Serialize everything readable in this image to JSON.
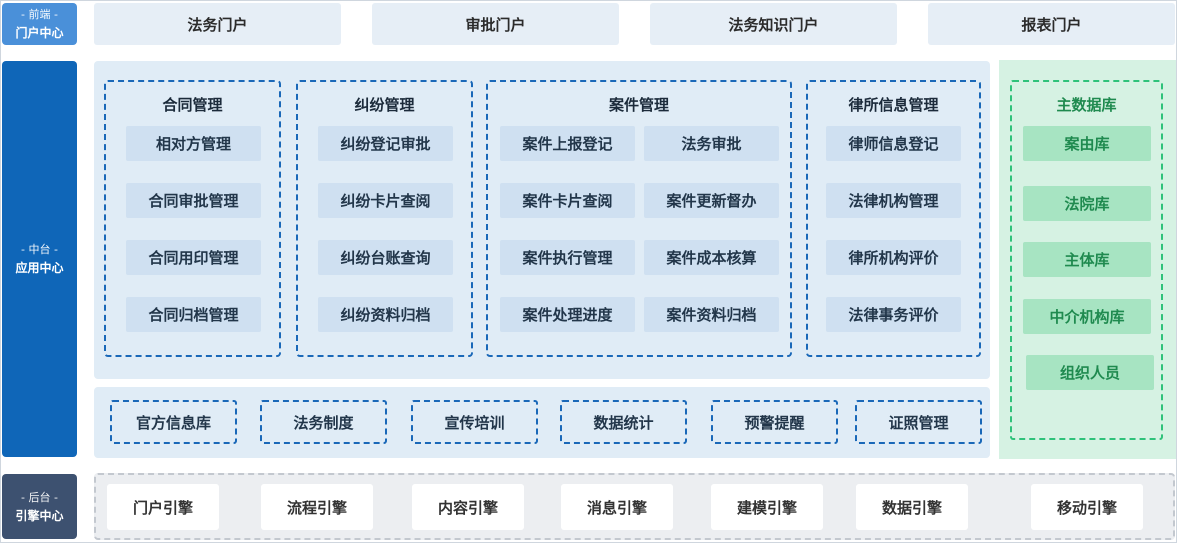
{
  "layers": {
    "front": {
      "sub": "- 前端 -",
      "name": "门户中心"
    },
    "middle": {
      "sub": "- 中台 -",
      "name": "应用中心"
    },
    "back": {
      "sub": "- 后台 -",
      "name": "引擎中心"
    }
  },
  "portals": [
    "法务门户",
    "审批门户",
    "法务知识门户",
    "报表门户"
  ],
  "modules": [
    {
      "title": "合同管理",
      "items": [
        "相对方管理",
        "合同审批管理",
        "合同用印管理",
        "合同归档管理"
      ]
    },
    {
      "title": "纠纷管理",
      "items": [
        "纠纷登记审批",
        "纠纷卡片查阅",
        "纠纷台账查询",
        "纠纷资料归档"
      ]
    },
    {
      "title": "案件管理",
      "items": [
        "案件上报登记",
        "法务审批",
        "案件卡片查阅",
        "案件更新督办",
        "案件执行管理",
        "案件成本核算",
        "案件处理进度",
        "案件资料归档"
      ]
    },
    {
      "title": "律所信息管理",
      "items": [
        "律师信息登记",
        "法律机构管理",
        "律所机构评价",
        "法律事务评价"
      ]
    }
  ],
  "tools": [
    "官方信息库",
    "法务制度",
    "宣传培训",
    "数据统计",
    "预警提醒",
    "证照管理"
  ],
  "master_data": {
    "title": "主数据库",
    "items": [
      "案由库",
      "法院库",
      "主体库",
      "中介机构库",
      "组织人员"
    ]
  },
  "engines": [
    "门户引擎",
    "流程引擎",
    "内容引擎",
    "消息引擎",
    "建模引擎",
    "数据引擎",
    "移动引擎"
  ]
}
